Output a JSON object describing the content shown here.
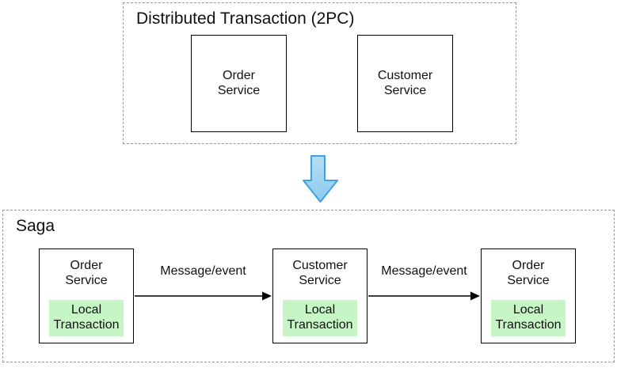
{
  "groups": {
    "two_pc": {
      "title": "Distributed Transaction (2PC)",
      "nodes": [
        {
          "label": "Order\nService"
        },
        {
          "label": "Customer\nService"
        }
      ]
    },
    "saga": {
      "title": "Saga",
      "nodes": [
        {
          "label": "Order\nService",
          "local_tx": "Local\nTransaction"
        },
        {
          "label": "Customer\nService",
          "local_tx": "Local\nTransaction"
        },
        {
          "label": "Order\nService",
          "local_tx": "Local\nTransaction"
        }
      ],
      "edges": [
        {
          "label": "Message/event"
        },
        {
          "label": "Message/event"
        }
      ]
    }
  },
  "icons": {
    "transform_arrow": "down-arrow-icon"
  },
  "colors": {
    "canvas_bg": "#ffffff",
    "dashed_border": "#979797",
    "box_border": "#000000",
    "local_tx_fill": "#c6f6c6",
    "arrow_fill_top": "#b5def6",
    "arrow_fill_bottom": "#8ccaee",
    "arrow_stroke": "#3da3e0"
  }
}
